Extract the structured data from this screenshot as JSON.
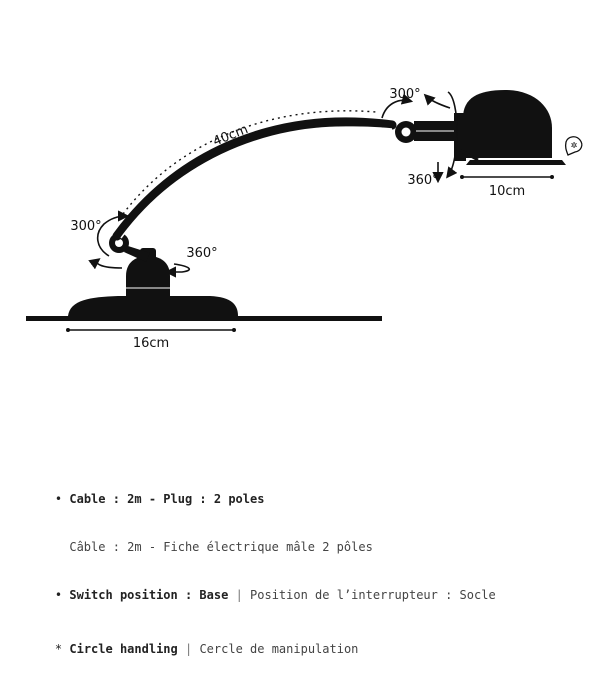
{
  "dimensions": {
    "arm_length": "40cm",
    "head_width": "10cm",
    "base_width": "16cm",
    "rot_head_top": "300°",
    "rot_head_bottom": "360°",
    "rot_arm_base": "300°",
    "rot_base": "360°"
  },
  "notes": {
    "cable": {
      "bullet": "•",
      "en": "Cable : 2m - Plug : 2 poles",
      "fr": "Câble : 2m - Fiche électrique mâle 2 pôles"
    },
    "switch": {
      "bullet": "•",
      "en": "Switch position : Base",
      "separator": "|",
      "fr": "Position de l’interrupteur : Socle"
    },
    "handling": {
      "bullet": "*",
      "en": "Circle handling",
      "separator": "|",
      "fr": "Cercle de manipulation"
    }
  }
}
